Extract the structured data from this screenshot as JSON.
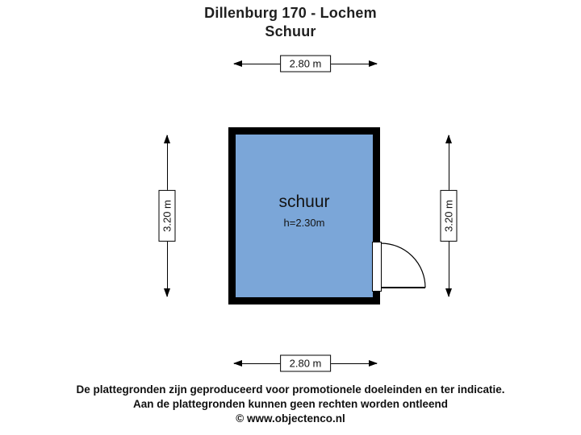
{
  "header": {
    "title": "Dillenburg 170 - Lochem",
    "subtitle": "Schuur"
  },
  "room": {
    "label": "schuur",
    "height_label": "h=2.30m",
    "fill": "#7ba6d8",
    "wall_color": "#000000"
  },
  "dimensions": {
    "top": "2.80 m",
    "bottom": "2.80 m",
    "left": "3.20 m",
    "right": "3.20 m"
  },
  "footer": {
    "line1": "De plattegronden zijn geproduceerd voor promotionele doeleinden en ter indicatie.",
    "line2": "Aan de plattegronden kunnen geen rechten worden ontleend",
    "line3": "© www.objectenco.nl"
  }
}
